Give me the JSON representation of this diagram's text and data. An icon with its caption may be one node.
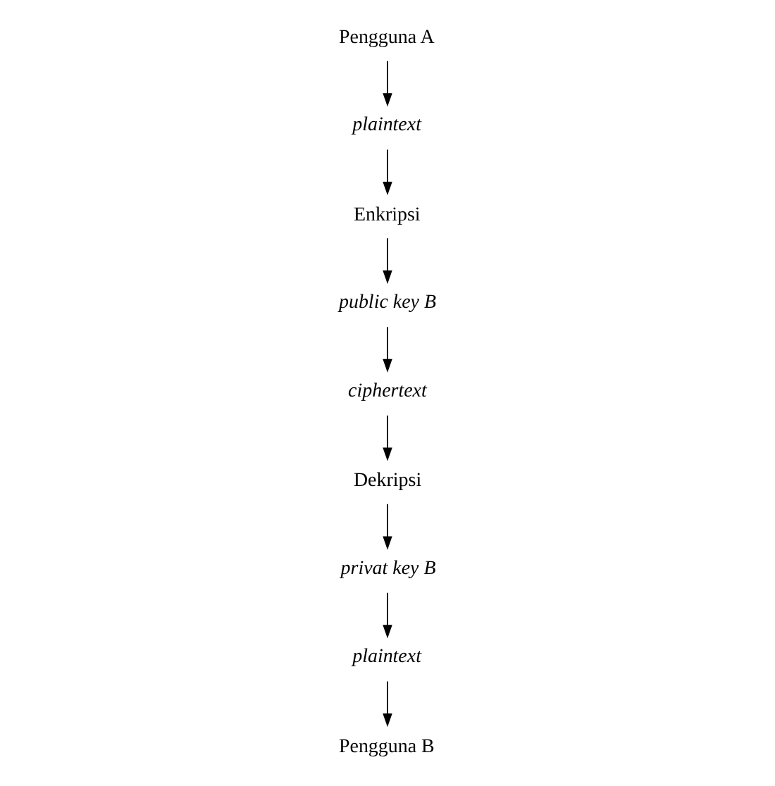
{
  "diagram": {
    "nodes": [
      {
        "text": [
          "public key B"
        ]
      },
      {
        "text": [
          "privat key B"
        ]
      },
      {
        "text": [
          "plaintext"
        ]
      },
      {
        "text": [
          "ciphertext"
        ]
      },
      {
        "text": [
          "Enkripsi"
        ]
      },
      {
        "text": [
          "Dekripsi"
        ]
      },
      {
        "text": [
          "Pengguna B"
        ]
      },
      {
        "text": [
          "Pengguna A"
        ]
      },
      {
        "text": [
          "plaintext"
        ]
      }
    ],
    "edges": [
      {
        "from": 0,
        "to": 3,
        "arrow": "to"
      },
      {
        "from": 1,
        "to": 2,
        "arrow": "to"
      },
      {
        "from": 4,
        "to": 0,
        "arrow": "to"
      },
      {
        "from": 2,
        "to": 6,
        "arrow": "to"
      },
      {
        "from": 3,
        "to": 5,
        "arrow": "to"
      },
      {
        "from": 5,
        "to": 1,
        "arrow": "to"
      },
      {
        "from": 7,
        "to": 8,
        "arrow": "to"
      },
      {
        "from": 8,
        "to": 4,
        "arrow": "to"
      }
    ]
  }
}
